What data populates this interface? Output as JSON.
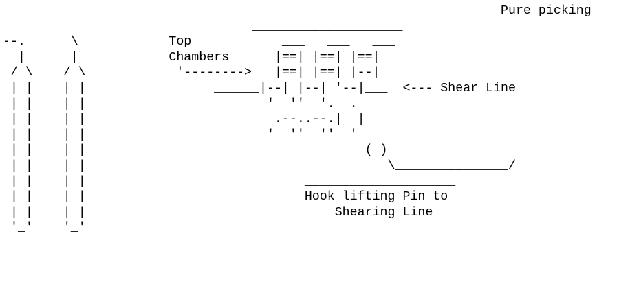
{
  "diagram": {
    "lines": [
      "                                                                  Pure picking",
      "                                 ____________________",
      "--.      \\            Top            ___   ___   ___",
      "  |      |            Chambers      |==| |==| |==|",
      " / \\    / \\            '-------->   |==| |==| |--|",
      " | |    | |                 ______|--| |--| '--|___  <--- Shear Line",
      " | |    | |                        '__''__'.__.",
      " | |    | |                         .--..--.|  |",
      " | |    | |                        '__''__''__'",
      " | |    | |                                     ( )_______________",
      " | |    | |                                        \\_______________/",
      " | |    | |                             ____________________",
      " | |    | |                             Hook lifting Pin to",
      " | |    | |                                 Shearing Line",
      " '_'    '_'"
    ]
  }
}
